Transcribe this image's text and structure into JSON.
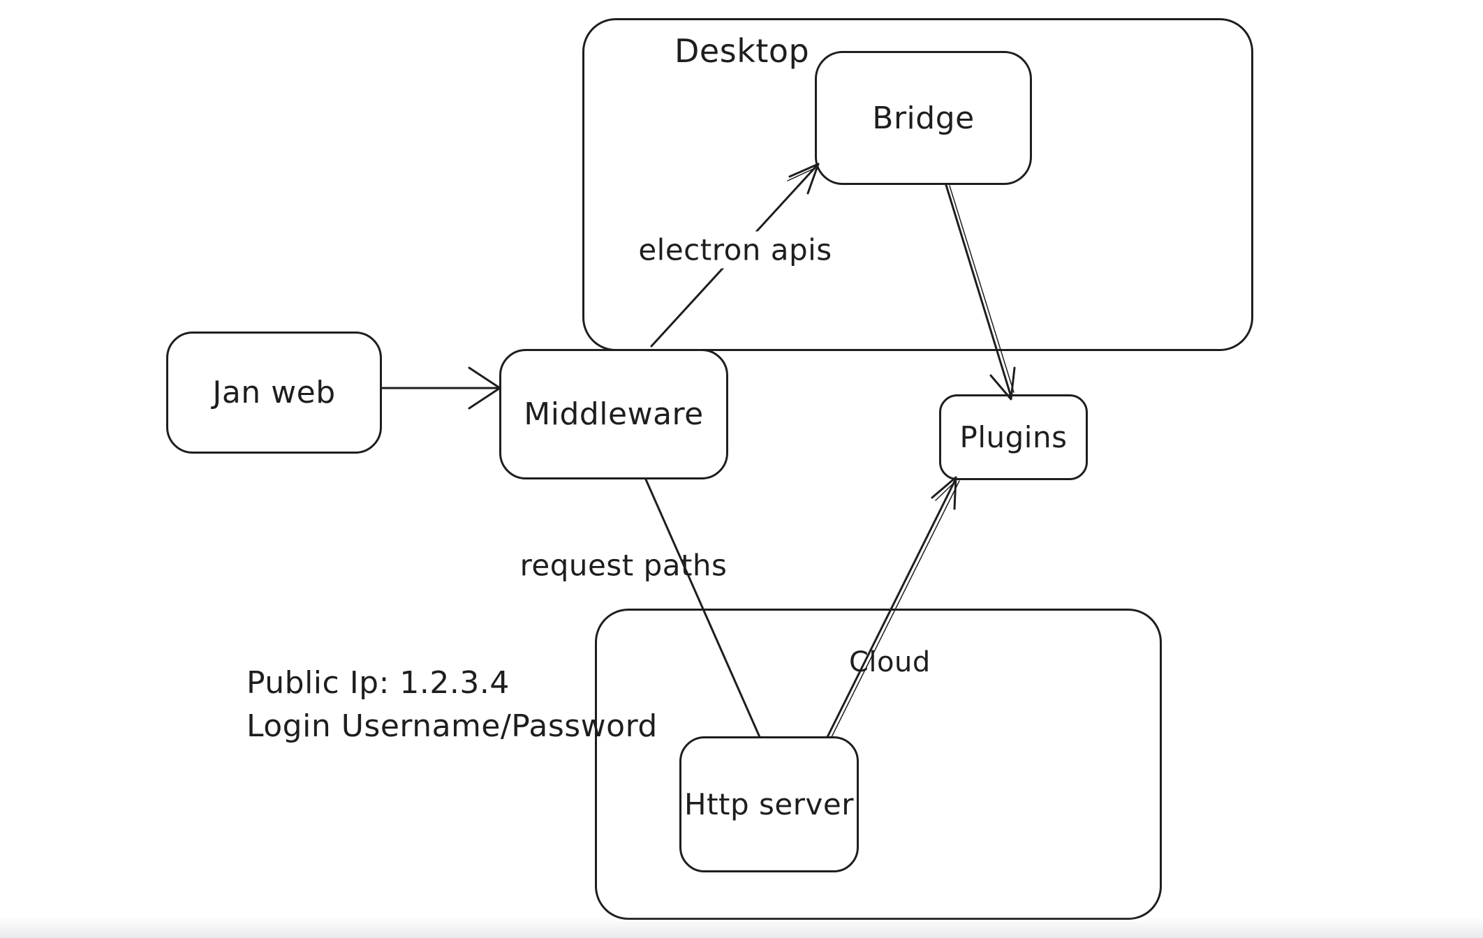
{
  "canvas": {
    "background": "#ffffff",
    "stroke_color": "#1e1e1e"
  },
  "containers": [
    {
      "id": "desktop",
      "label": "Desktop"
    },
    {
      "id": "cloud",
      "label": "Cloud"
    }
  ],
  "nodes": [
    {
      "id": "jan-web",
      "label": "Jan web"
    },
    {
      "id": "middleware",
      "label": "Middleware"
    },
    {
      "id": "bridge",
      "label": "Bridge"
    },
    {
      "id": "plugins",
      "label": "Plugins"
    },
    {
      "id": "http-server",
      "label": "Http server"
    }
  ],
  "edge_labels": [
    {
      "id": "electron-apis",
      "label": "electron apis"
    },
    {
      "id": "request-paths",
      "label": "request paths"
    }
  ],
  "edges": [
    {
      "from": "Jan web",
      "to": "Middleware",
      "label": ""
    },
    {
      "from": "Middleware",
      "to": "Bridge",
      "label": "electron apis"
    },
    {
      "from": "Bridge",
      "to": "Plugins",
      "label": ""
    },
    {
      "from": "Middleware",
      "to": "Http server",
      "label": "request paths"
    },
    {
      "from": "Http server",
      "to": "Plugins",
      "label": ""
    }
  ],
  "annotation": {
    "line1": "Public Ip: 1.2.3.4",
    "line2": "Login Username/Password"
  }
}
